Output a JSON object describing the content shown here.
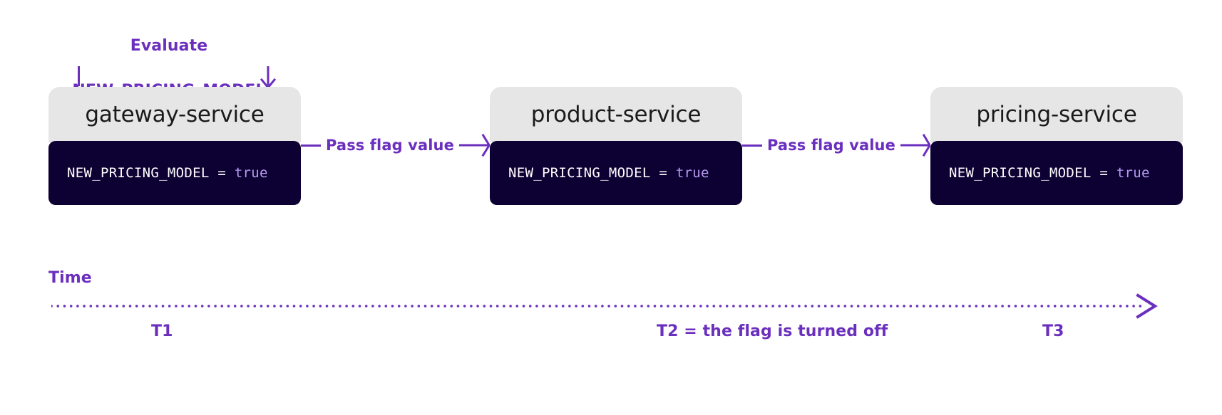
{
  "annotation": {
    "line1": "Evaluate",
    "line2": "NEW_PRICING_MODEL",
    "tick_icon": "vertical-tick-icon",
    "arrow_icon": "arrow-down-icon",
    "color": "#6b2fbe"
  },
  "services": [
    {
      "id": "gateway",
      "title": "gateway-service",
      "code": {
        "key": "NEW_PRICING_MODEL",
        "op": "=",
        "value": "true"
      }
    },
    {
      "id": "product",
      "title": "product-service",
      "code": {
        "key": "NEW_PRICING_MODEL",
        "op": "=",
        "value": "true"
      }
    },
    {
      "id": "pricing",
      "title": "pricing-service",
      "code": {
        "key": "NEW_PRICING_MODEL",
        "op": "=",
        "value": "true"
      }
    }
  ],
  "connectors": [
    {
      "id": "conn-1",
      "label": "Pass flag value",
      "from": "gateway-service",
      "to": "product-service"
    },
    {
      "id": "conn-2",
      "label": "Pass flag value",
      "from": "product-service",
      "to": "pricing-service"
    }
  ],
  "timeline": {
    "label": "Time",
    "style": "dotted",
    "arrow_icon": "arrow-right-icon",
    "ticks": [
      {
        "id": "t1",
        "label": "T1"
      },
      {
        "id": "t2",
        "label": "T2 = the flag is turned off"
      },
      {
        "id": "t3",
        "label": "T3"
      }
    ]
  },
  "colors": {
    "accent": "#6b2fbe",
    "card_header_bg": "#e6e6e6",
    "code_bg": "#0d0033",
    "code_text": "#ffffff",
    "code_value": "#b79cf0",
    "title_text": "#1a1a1a",
    "page_bg": "#ffffff"
  }
}
